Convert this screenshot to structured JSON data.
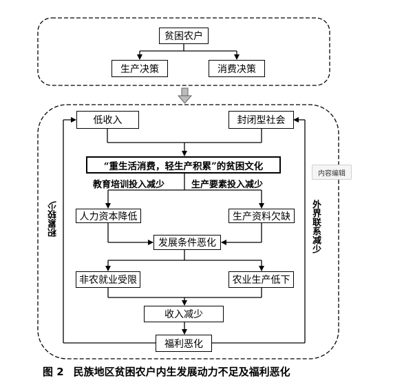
{
  "diagram": {
    "nodes": {
      "poor_household": "贫困农户",
      "production_decision": "生产决策",
      "consumption_decision": "消费决策",
      "low_income": "低收入",
      "closed_society": "封闭型社会",
      "culture": "“重生活消费，轻生产积累”的贫困文化",
      "low_human_capital": "人力资本降低",
      "lack_production_means": "生产资料欠缺",
      "worse_conditions": "发展条件恶化",
      "limited_employment": "非农就业受限",
      "low_agri_production": "农业生产低下",
      "income_decrease": "收入减少",
      "welfare_worse": "福利恶化"
    },
    "edge_labels": {
      "education_less": "教育培训投入减少",
      "production_input_less": "生产要素投入减少",
      "less_accumulation": "积累较少",
      "less_external_contact": "外界联系减少"
    }
  },
  "tooltip": "内容编辑",
  "caption": {
    "number": "图 2",
    "title": "民族地区贫困农户内生发展动力不足及福利恶化"
  }
}
